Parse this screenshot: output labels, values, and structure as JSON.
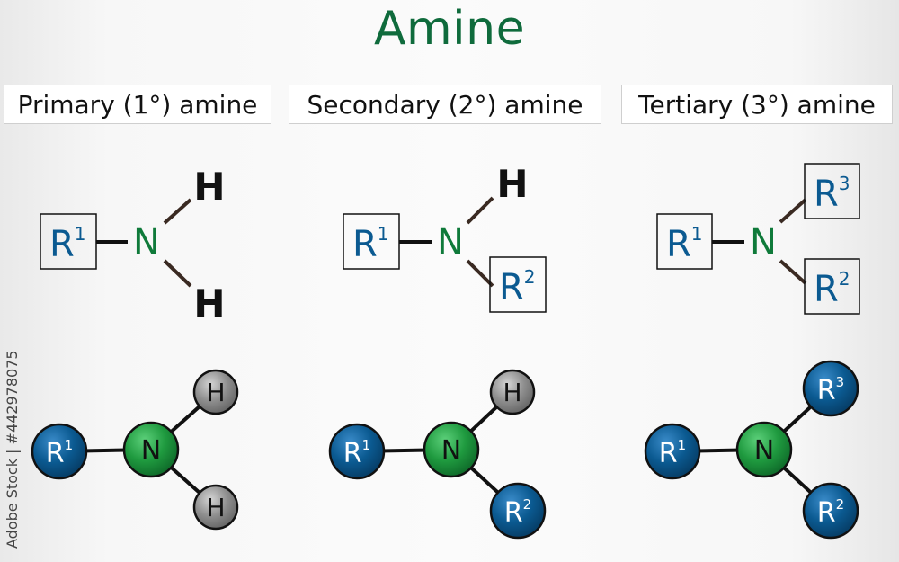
{
  "title": "Amine",
  "types": [
    {
      "label": "Primary (1°) amine"
    },
    {
      "label": "Secondary (2°) amine"
    },
    {
      "label": "Tertiary (3°) amine"
    }
  ],
  "atoms": {
    "nitrogen": "N",
    "hydrogen": "H",
    "group_letter": "R",
    "index_1": "1",
    "index_2": "2",
    "index_3": "3"
  },
  "colors": {
    "title": "#0f6b3c",
    "nitrogen": "#1f9a3f",
    "hydrogen": "#8f8f8f",
    "group": "#0b5a91"
  },
  "watermark": "Adobe Stock | #442978075"
}
